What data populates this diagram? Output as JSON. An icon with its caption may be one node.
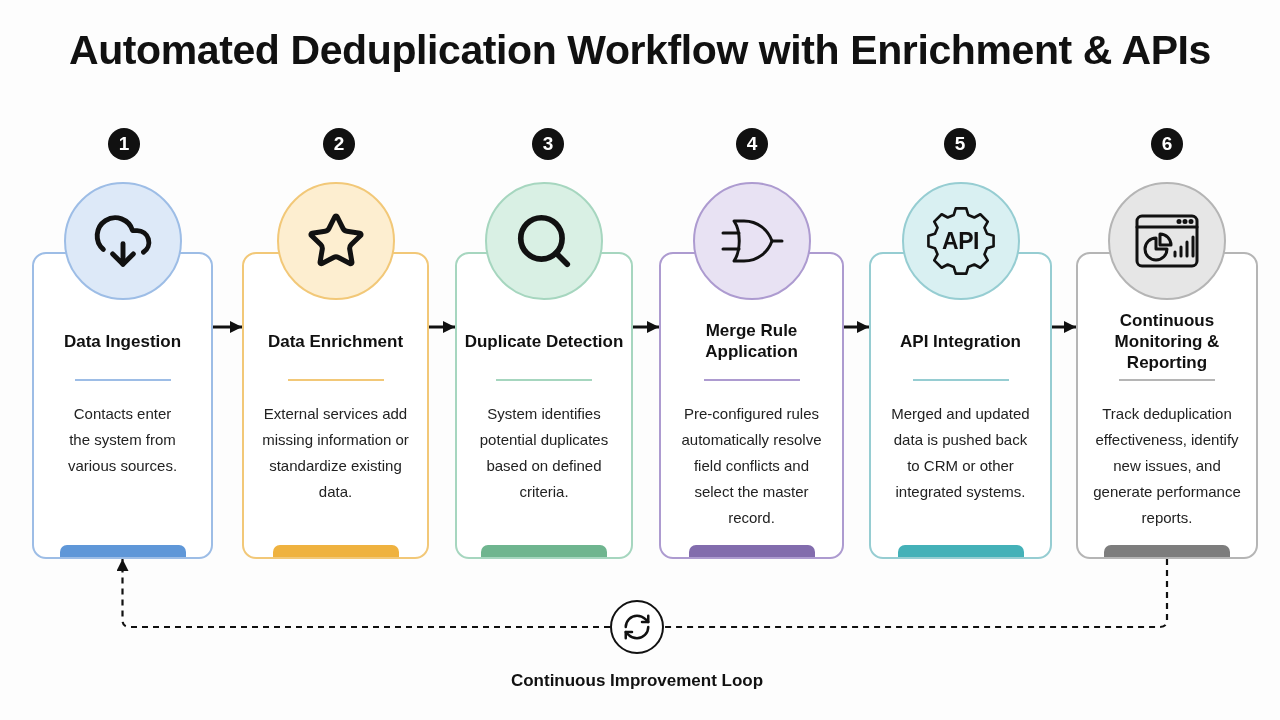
{
  "diagram": {
    "title": "Automated Deduplication Workflow with Enrichment & APIs",
    "nodes": [
      {
        "text": [
          "1"
        ]
      },
      {
        "text": [
          "Data Ingestion",
          "Contacts enter the system from various sources."
        ]
      },
      {
        "text": [
          "2"
        ]
      },
      {
        "text": [
          "Data Enrichment",
          "External services add missing information or standardize existing data."
        ]
      },
      {
        "text": [
          "3"
        ]
      },
      {
        "text": [
          "Duplicate Detection",
          "System identifies potential duplicates based on defined criteria."
        ]
      },
      {
        "text": [
          "4"
        ]
      },
      {
        "text": [
          "Merge Rule Application",
          "Pre-configured rules automatically resolve field conflicts and select the master record."
        ]
      },
      {
        "text": [
          "5"
        ]
      },
      {
        "text": [
          "API Integration",
          "Merged and updated data is pushed back to CRM or other integrated systems."
        ]
      },
      {
        "text": [
          "6"
        ]
      },
      {
        "text": [
          "Continuous Monitoring & Reporting",
          "Track deduplication effectiveness, identify new issues, and generate performance reports."
        ]
      },
      {
        "text": [],
        "shape": "circle",
        "beside": [
          "Continuous Improvement Loop"
        ]
      }
    ],
    "edges": [
      {
        "from": 1,
        "to": 3,
        "arrow": "to"
      },
      {
        "from": 3,
        "to": 5,
        "arrow": "to"
      },
      {
        "from": 5,
        "to": 7,
        "arrow": "to"
      },
      {
        "from": 7,
        "to": 9,
        "arrow": "to"
      },
      {
        "from": 9,
        "to": 11,
        "arrow": "to"
      },
      {
        "from": 11,
        "to": 12,
        "arrow": "none",
        "style": "dashed"
      },
      {
        "from": 12,
        "to": 1,
        "arrow": "to",
        "style": "dashed"
      }
    ],
    "labels": [
      "API"
    ]
  }
}
